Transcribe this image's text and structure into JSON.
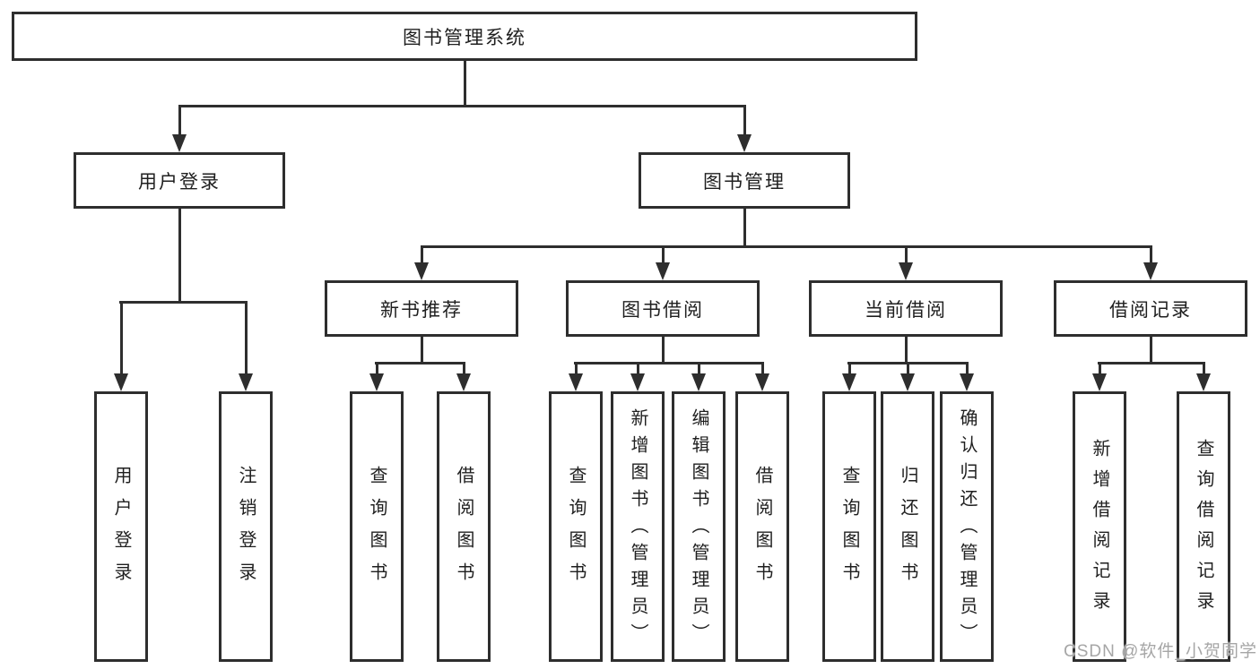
{
  "tree": {
    "root": {
      "label": "图书管理系统"
    },
    "children": [
      {
        "label": "用户登录",
        "children": [
          {
            "label": "用户登录"
          },
          {
            "label": "注销登录"
          }
        ]
      },
      {
        "label": "图书管理",
        "children": [
          {
            "label": "新书推荐",
            "children": [
              {
                "label": "查询图书"
              },
              {
                "label": "借阅图书"
              }
            ]
          },
          {
            "label": "图书借阅",
            "children": [
              {
                "label": "查询图书"
              },
              {
                "label": "新增图书（管理员）"
              },
              {
                "label": "编辑图书（管理员）"
              },
              {
                "label": "借阅图书"
              }
            ]
          },
          {
            "label": "当前借阅",
            "children": [
              {
                "label": "查询图书"
              },
              {
                "label": "归还图书"
              },
              {
                "label": "确认归还（管理员）"
              }
            ]
          },
          {
            "label": "借阅记录",
            "children": [
              {
                "label": "新增借阅记录"
              },
              {
                "label": "查询借阅记录"
              }
            ]
          }
        ]
      }
    ]
  },
  "watermark": {
    "text": "CSDN @软件_小贺同学"
  },
  "colors": {
    "line": "#2e2e2e",
    "box_border": "#2e2e2e",
    "box_fill": "#ffffff",
    "text": "#1f1f1f",
    "watermark": "#a6a6a6",
    "background": "#ffffff"
  }
}
